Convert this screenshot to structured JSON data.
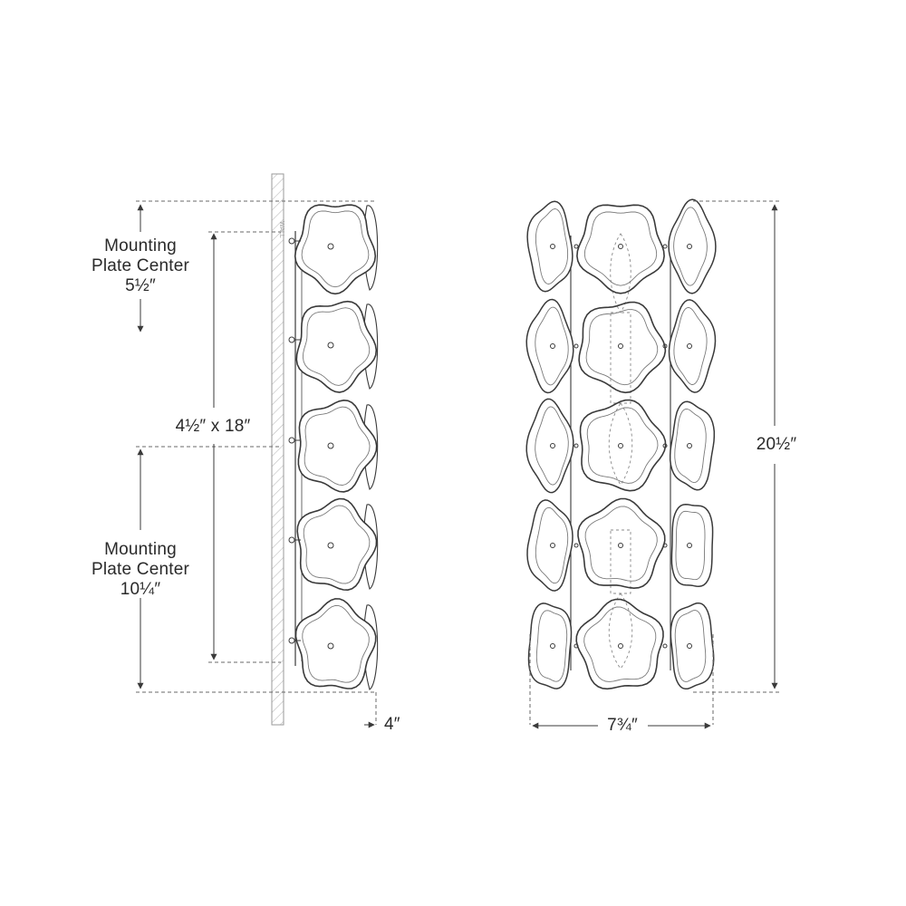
{
  "diagram": {
    "side_view": {
      "wall_label": "WALL",
      "mounting_plate_top": {
        "line1": "Mounting",
        "line2": "Plate Center",
        "value": "5½″"
      },
      "backplate_size": "4½″ x 18″",
      "mounting_plate_bottom": {
        "line1": "Mounting",
        "line2": "Plate Center",
        "value": "10¼″"
      },
      "depth": "4″"
    },
    "front_view": {
      "height": "20½″",
      "width": "7¾″"
    },
    "colors": {
      "line": "#3a3a3a",
      "dash": "#6a6a6a",
      "text": "#2a2a2a"
    }
  }
}
